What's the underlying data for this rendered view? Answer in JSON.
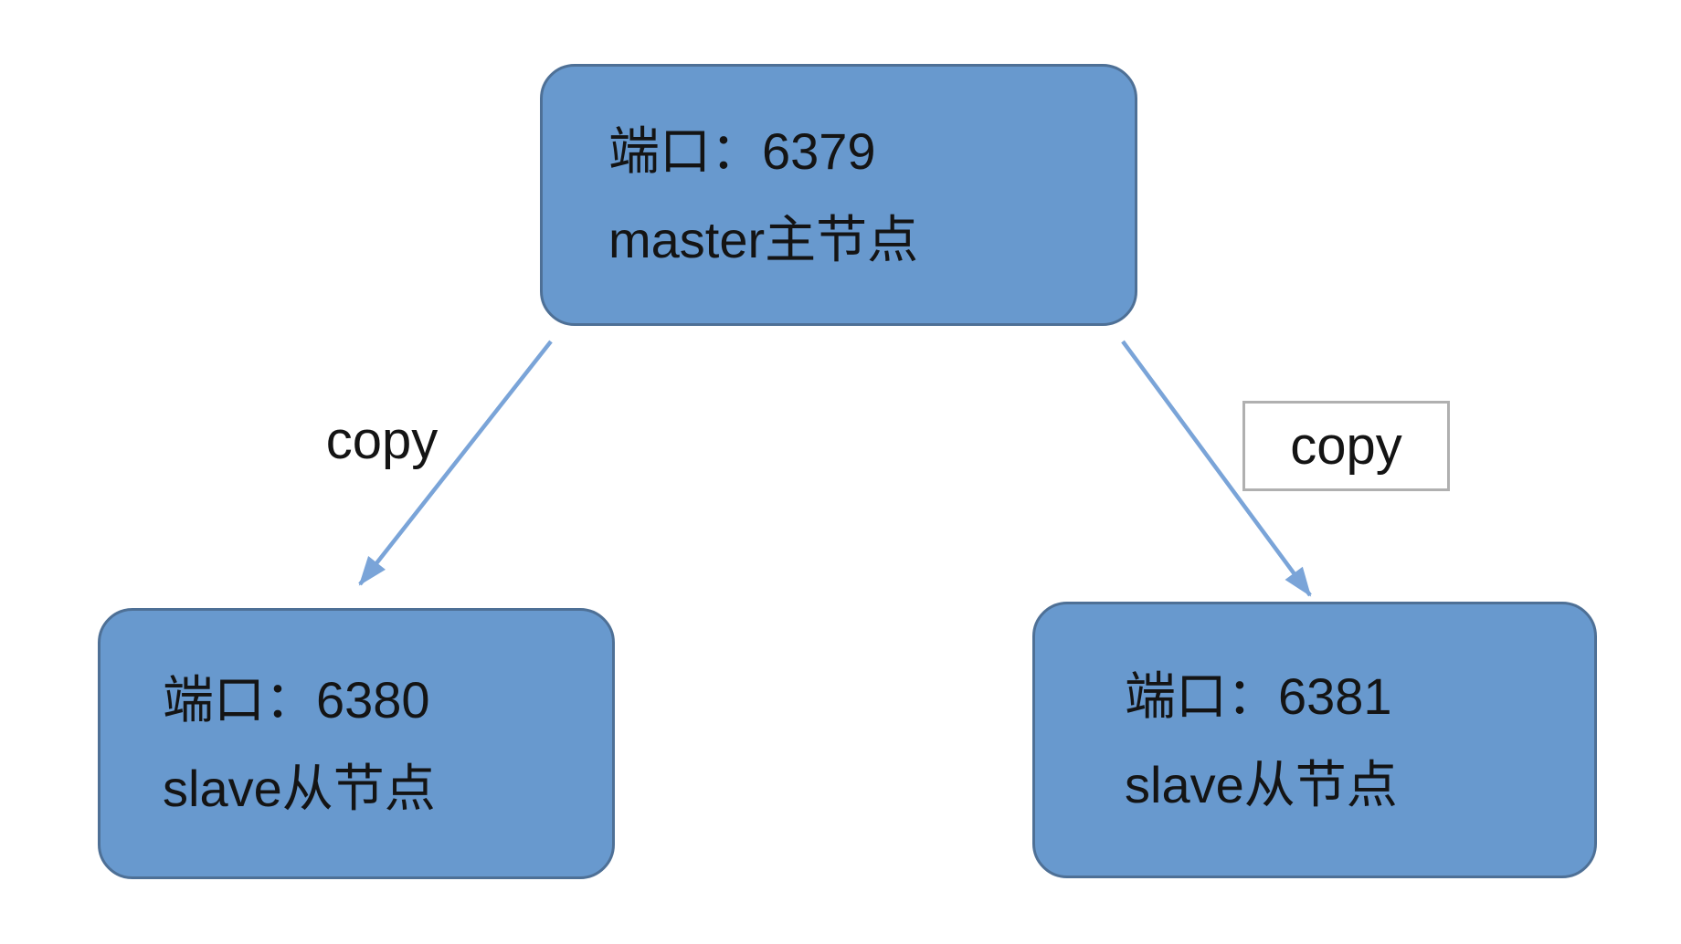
{
  "diagram": {
    "title_hint": "redis master-slave replication diagram",
    "nodes": {
      "master": {
        "line1": "端口：6379",
        "line2": "master主节点"
      },
      "slave1": {
        "line1": "端口：6380",
        "line2": "slave从节点"
      },
      "slave2": {
        "line1": "端口：6381",
        "line2": "slave从节点"
      }
    },
    "edges": {
      "left_label": "copy",
      "right_label": "copy"
    },
    "colors": {
      "node_fill": "#6899ce",
      "node_border": "#4e7096",
      "arrow": "#7aa4d8",
      "label_box_border": "#b0b0b0",
      "text": "#141414",
      "background": "#ffffff"
    }
  }
}
